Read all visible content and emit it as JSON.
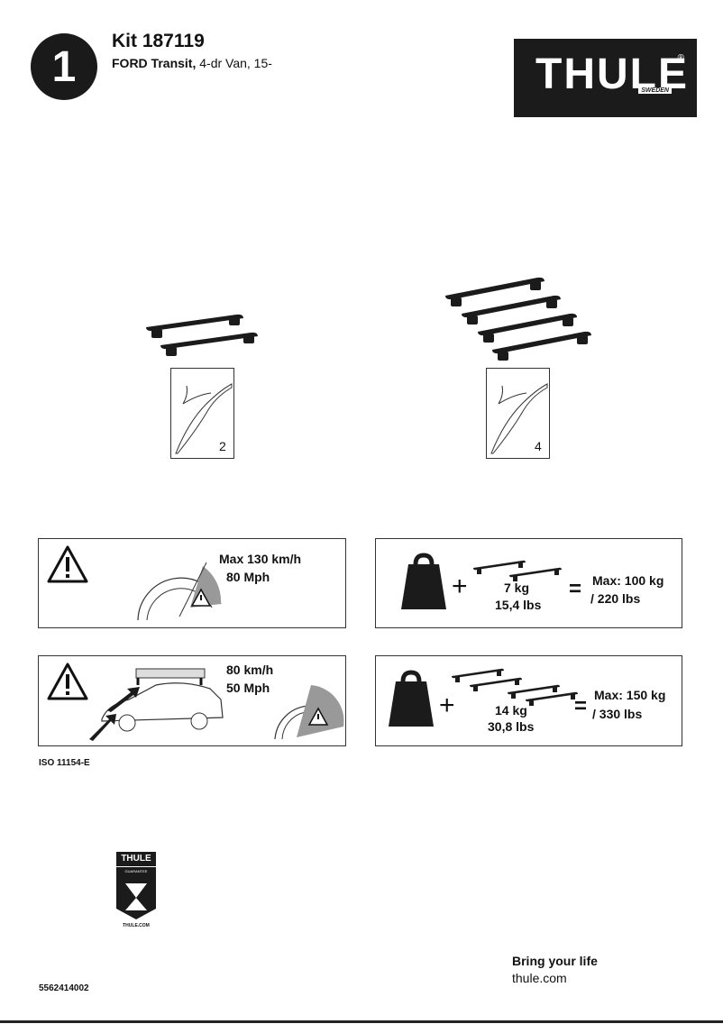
{
  "header": {
    "step_number": "1",
    "kit_title": "Kit 187119",
    "vehicle_make_model": "FORD Transit,",
    "vehicle_detail": " 4-dr Van, 15-"
  },
  "brand": {
    "logo_text": "THULE",
    "logo_sub": "SWEDEN",
    "logo_mark": "®"
  },
  "kits": [
    {
      "bar_count": "2"
    },
    {
      "bar_count": "4"
    }
  ],
  "speed_warning": {
    "line1": "Max  130 km/h",
    "line2": "80 Mph"
  },
  "loaded_speed_warning": {
    "line1": "80 km/h",
    "line2": "50 Mph"
  },
  "load_two_bars": {
    "plus": "+",
    "weight_kg": "7 kg",
    "weight_lbs": "15,4 lbs",
    "equals": "=",
    "max_kg": "Max: 100 kg",
    "max_lbs": "/ 220 lbs"
  },
  "load_four_bars": {
    "plus": "+",
    "weight_kg": "14 kg",
    "weight_lbs": "30,8 lbs",
    "equals": "=",
    "max_kg": "Max: 150 kg",
    "max_lbs": "/ 330 lbs"
  },
  "iso_standard": "ISO 11154-E",
  "guarantee": {
    "brand": "THULE",
    "label": "GUARANTEE",
    "url": "THULE.COM"
  },
  "footer": {
    "tagline": "Bring your life",
    "website": "thule.com",
    "part_number": "5562414002"
  },
  "colors": {
    "dark": "#1b1b1b",
    "warning_grey": "#999999"
  }
}
